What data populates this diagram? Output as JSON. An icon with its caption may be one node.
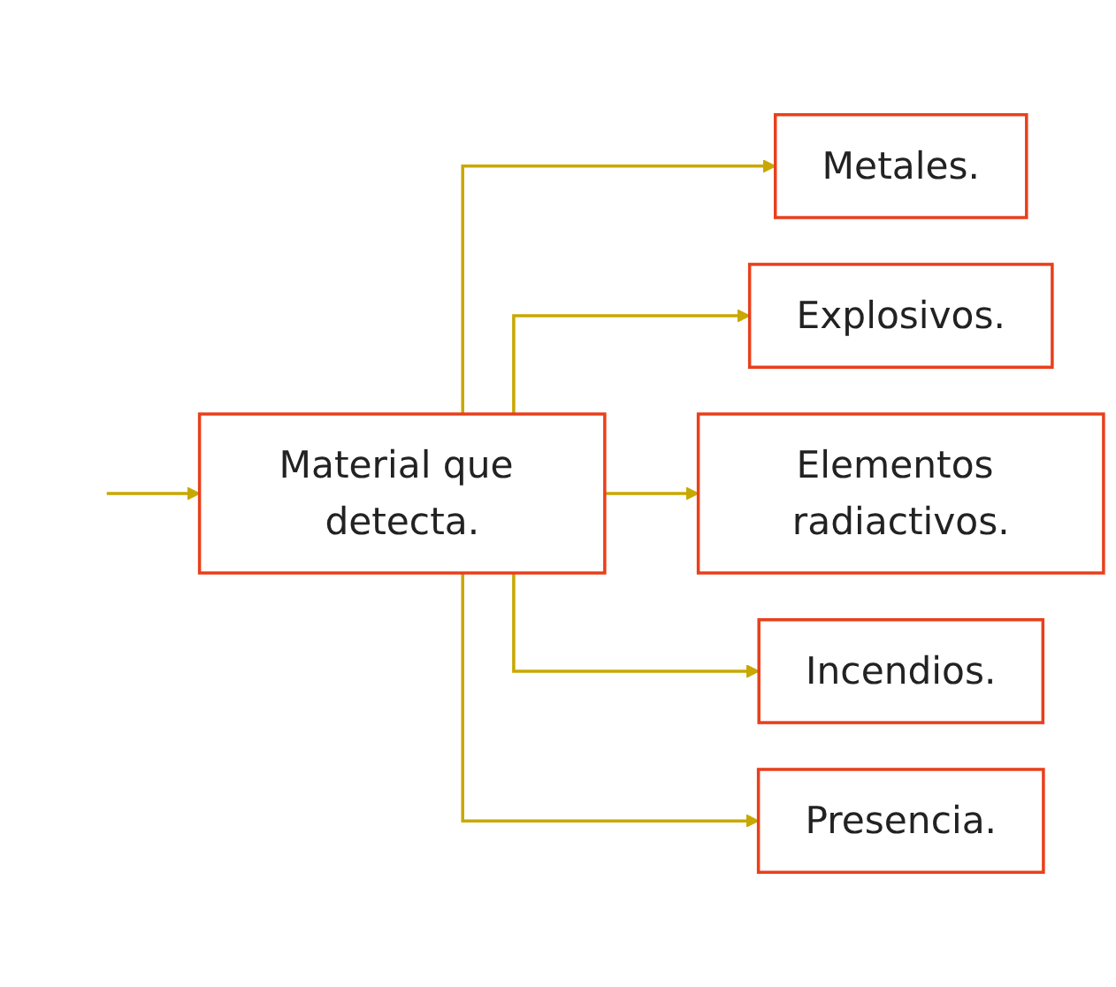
{
  "diagram": {
    "nodes": [
      {
        "text": [
          "Material que detecta."
        ]
      },
      {
        "text": [
          "Metales."
        ]
      },
      {
        "text": [
          "Explosivos."
        ]
      },
      {
        "text": [
          "Elementos radiactivos."
        ]
      },
      {
        "text": [
          "Incendios."
        ]
      },
      {
        "text": [
          "Presencia."
        ]
      }
    ],
    "edges": [
      {
        "from": null,
        "to": 0,
        "arrow": "to"
      },
      {
        "from": 0,
        "to": 1,
        "arrow": "to"
      },
      {
        "from": 0,
        "to": 2,
        "arrow": "to"
      },
      {
        "from": 0,
        "to": 3,
        "arrow": "to"
      },
      {
        "from": 0,
        "to": 4,
        "arrow": "to"
      },
      {
        "from": 0,
        "to": 5,
        "arrow": "to"
      }
    ]
  }
}
